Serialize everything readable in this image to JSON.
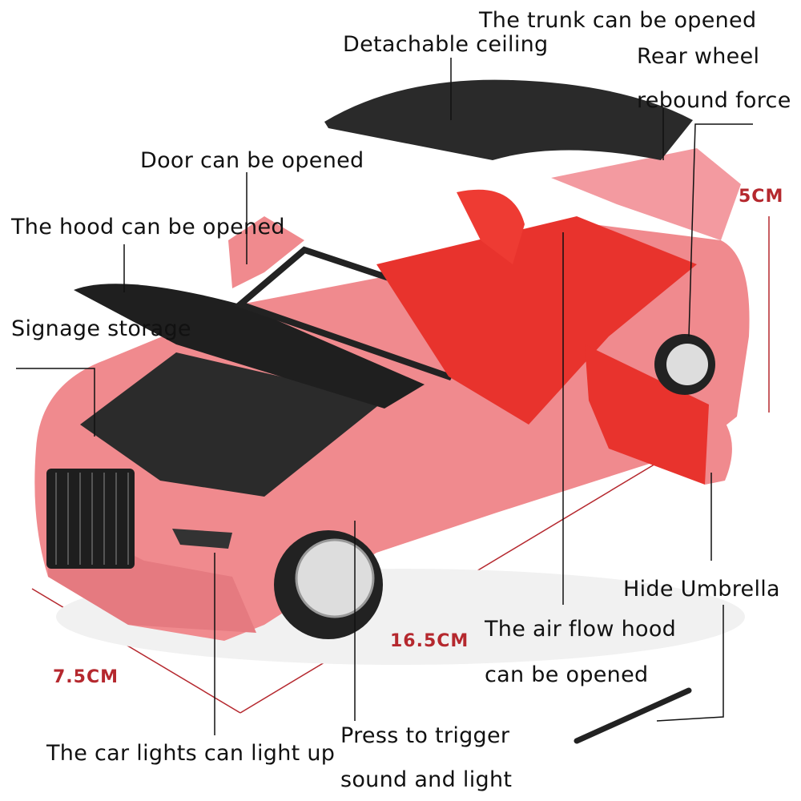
{
  "labels": {
    "trunk": "The trunk can be opened",
    "ceiling": "Detachable ceiling",
    "rear_wheel_1": "Rear wheel",
    "rear_wheel_2": "rebound force",
    "door": "Door can be opened",
    "hood": "The hood can be opened",
    "signage": "Signage storage",
    "lights": "The car lights can light up",
    "press_1": "Press to trigger",
    "press_2": "sound and light",
    "airflow_1": "The air flow hood",
    "airflow_2": "can be opened",
    "umbrella": "Hide Umbrella"
  },
  "dimensions": {
    "width": "7.5CM",
    "length": "16.5CM",
    "height": "5CM"
  },
  "colors": {
    "body": "#f08a8e",
    "interior": "#e8332d",
    "roof": "#2a2a2a",
    "dimension": "#b5282e"
  }
}
